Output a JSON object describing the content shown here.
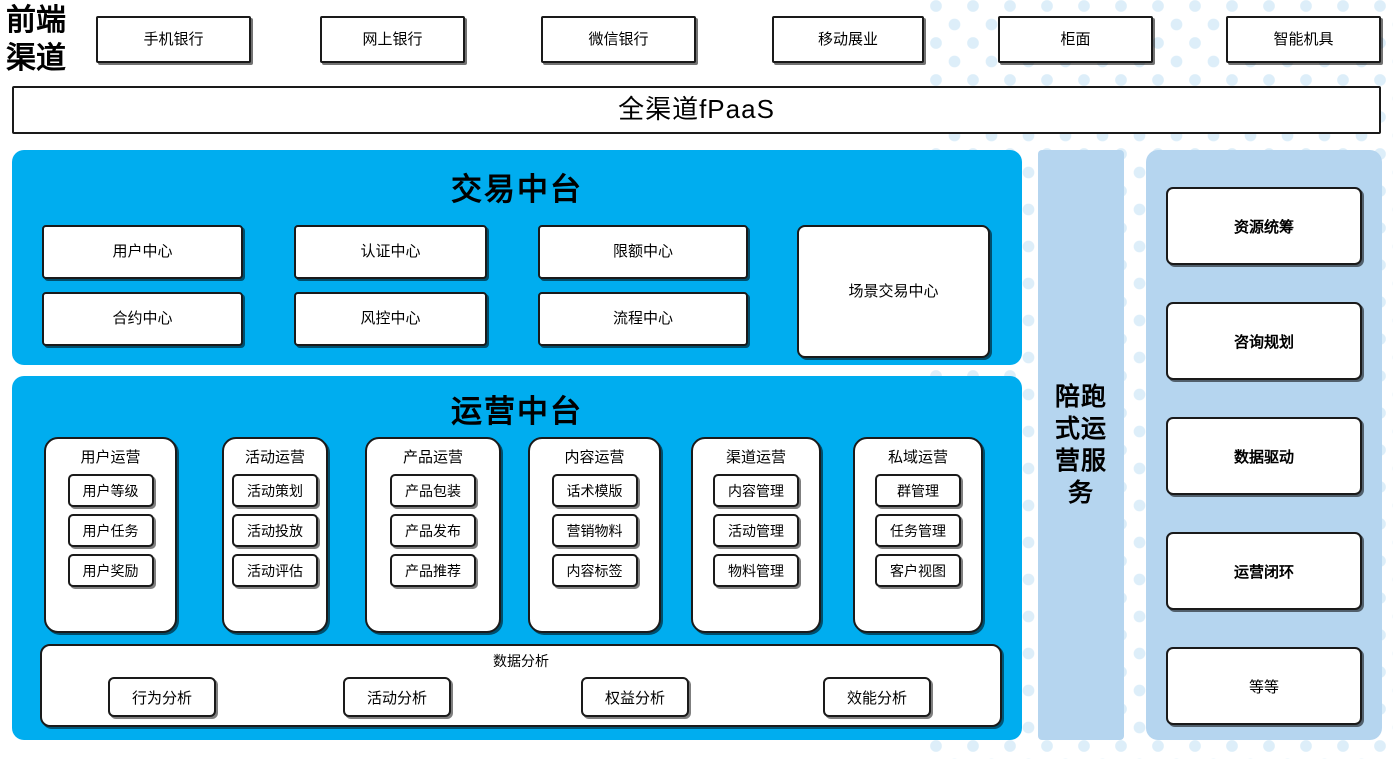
{
  "theme": {
    "accent_blue": "#00ADEF",
    "panel_light_blue": "#B5D5EF",
    "dot_color": "#DDEEF9",
    "border": "#1A1A1A",
    "card_bg": "#FFFFFF"
  },
  "header": {
    "front_channel_label_line1": "前端",
    "front_channel_label_line2": "渠道",
    "channels": [
      {
        "label": "手机银行"
      },
      {
        "label": "网上银行"
      },
      {
        "label": "微信银行"
      },
      {
        "label": "移动展业"
      },
      {
        "label": "柜面"
      },
      {
        "label": "智能机具"
      }
    ],
    "platform_bar": "全渠道fPaaS"
  },
  "trade_center": {
    "title": "交易中台",
    "cards": [
      {
        "label": "用户中心"
      },
      {
        "label": "认证中心"
      },
      {
        "label": "限额中心"
      },
      {
        "label": "合约中心"
      },
      {
        "label": "风控中心"
      },
      {
        "label": "流程中心"
      }
    ],
    "scene_card": "场景交易中心"
  },
  "operation_center": {
    "title": "运营中台",
    "columns": [
      {
        "title": "用户运营",
        "items": [
          "用户等级",
          "用户任务",
          "用户奖励"
        ]
      },
      {
        "title": "活动运营",
        "items": [
          "活动策划",
          "活动投放",
          "活动评估"
        ]
      },
      {
        "title": "产品运营",
        "items": [
          "产品包装",
          "产品发布",
          "产品推荐"
        ]
      },
      {
        "title": "内容运营",
        "items": [
          "话术模版",
          "营销物料",
          "内容标签"
        ]
      },
      {
        "title": "渠道运营",
        "items": [
          "内容管理",
          "活动管理",
          "物料管理"
        ]
      },
      {
        "title": "私域运营",
        "items": [
          "群管理",
          "任务管理",
          "客户视图"
        ]
      }
    ],
    "analysis": {
      "title": "数据分析",
      "items": [
        "行为分析",
        "活动分析",
        "权益分析",
        "效能分析"
      ]
    }
  },
  "service_bar": {
    "lines": [
      "陪跑",
      "式运",
      "营服",
      "务"
    ]
  },
  "capability_panel": {
    "items": [
      {
        "label": "资源统筹",
        "bold": true
      },
      {
        "label": "咨询规划",
        "bold": true
      },
      {
        "label": "数据驱动",
        "bold": true
      },
      {
        "label": "运营闭环",
        "bold": true
      },
      {
        "label": "等等",
        "bold": false
      }
    ]
  }
}
